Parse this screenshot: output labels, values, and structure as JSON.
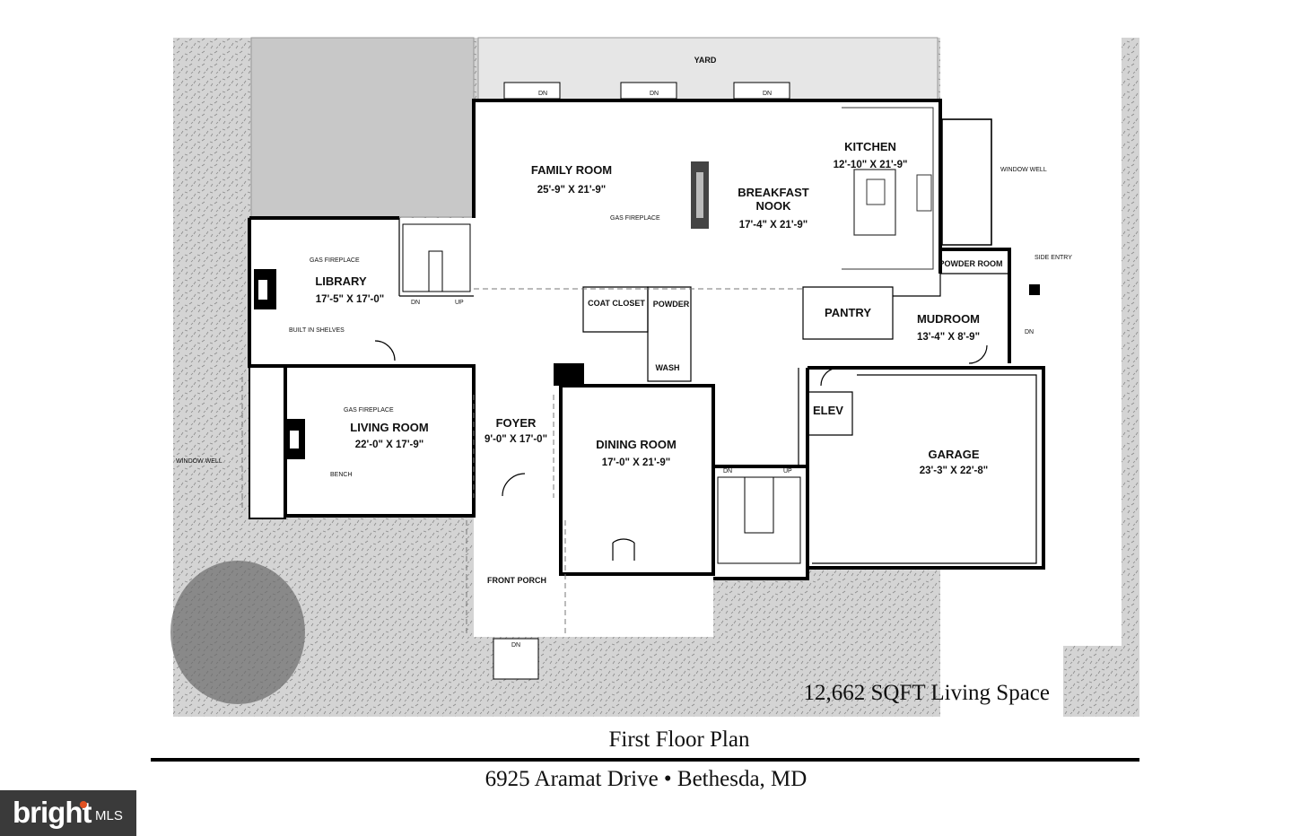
{
  "rooms": {
    "yard": "YARD",
    "family_room": {
      "name": "FAMILY ROOM",
      "dim": "25'-9\" X 21'-9\""
    },
    "kitchen": {
      "name": "KITCHEN",
      "dim": "12'-10\" X 21'-9\""
    },
    "breakfast_nook": {
      "name1": "BREAKFAST",
      "name2": "NOOK",
      "dim": "17'-4\" X 21'-9\""
    },
    "library": {
      "name": "LIBRARY",
      "dim": "17'-5\" X 17'-0\""
    },
    "living_room": {
      "name": "LIVING ROOM",
      "dim": "22'-0\" X 17'-9\""
    },
    "foyer": {
      "name": "FOYER",
      "dim": "9'-0\" X 17'-0\""
    },
    "dining_room": {
      "name": "DINING ROOM",
      "dim": "17'-0\" X 21'-9\""
    },
    "garage": {
      "name": "GARAGE",
      "dim": "23'-3\" X 22'-8\""
    },
    "mudroom": {
      "name": "MUDROOM",
      "dim": "13'-4\" X 8'-9\""
    },
    "pantry": "PANTRY",
    "coat_closet": "COAT CLOSET",
    "powder": "POWDER",
    "powder_room": "POWDER ROOM",
    "wash": "WASH",
    "elev": "ELEV",
    "front_porch": "FRONT PORCH"
  },
  "notes": {
    "gas_fireplace": "GAS FIREPLACE",
    "built_in_shelves": "BUILT IN SHELVES",
    "bench": "BENCH",
    "window_well": "WINDOW WELL",
    "side_entry": "SIDE ENTRY",
    "dn": "DN",
    "up": "UP"
  },
  "sqft": "12,662 SQFT Living Space",
  "plan_title": "First Floor Plan",
  "address": "6925 Aramat Drive • Bethesda, MD",
  "logo": {
    "text": "bright",
    "mls": "MLS"
  }
}
